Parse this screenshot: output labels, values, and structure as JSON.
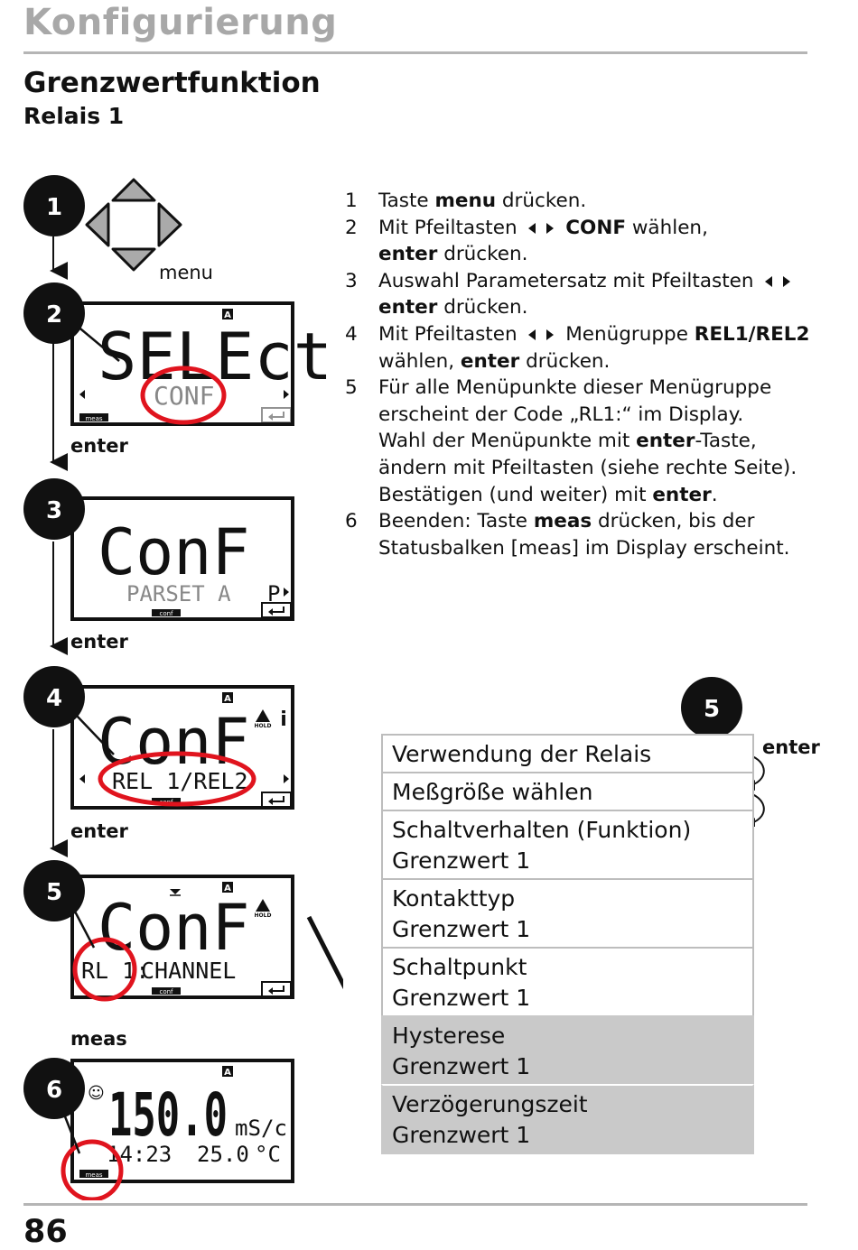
{
  "header": {
    "title": "Konfigurierung",
    "section_title": "Grenzwertfunktion",
    "subtitle": "Relais 1"
  },
  "page_number": "86",
  "left_column": {
    "badges": [
      "1",
      "2",
      "3",
      "4",
      "5",
      "6"
    ],
    "menu_label": "menu",
    "enter_labels": [
      "enter",
      "enter",
      "enter"
    ],
    "meas_label": "meas",
    "displays": {
      "d2": {
        "main": "SELEct",
        "sub": "CONF",
        "status": "meas"
      },
      "d3": {
        "main": "ConF",
        "sub": "PARSET A",
        "right": "P",
        "status": "conf"
      },
      "d4": {
        "main": "ConF",
        "sub": "REL 1/REL2",
        "status": "conf",
        "hold": "HOLD"
      },
      "d5": {
        "main": "ConF",
        "sub_a": "RL 1:",
        "sub_b": "CHANNEL",
        "status": "conf",
        "hold": "HOLD"
      },
      "d6": {
        "main": "150.0",
        "unit": "mS/c",
        "left": "14:23",
        "mid": "25.0",
        "deg": "°C",
        "status": "meas"
      }
    }
  },
  "instructions": [
    {
      "n": "1",
      "segments": [
        {
          "t": "Taste "
        },
        {
          "t": "menu",
          "b": true
        },
        {
          "t": " drücken."
        }
      ]
    },
    {
      "n": "2",
      "segments": [
        {
          "t": "Mit Pfeiltasten "
        },
        {
          "tri": "l"
        },
        {
          "tri": "r"
        },
        {
          "t": " "
        },
        {
          "t": "CONF",
          "b": true
        },
        {
          "t": " wählen,"
        },
        {
          "br": true
        },
        {
          "t": "enter",
          "b": true
        },
        {
          "t": " drücken."
        }
      ]
    },
    {
      "n": "3",
      "segments": [
        {
          "t": "Auswahl Parametersatz mit Pfeiltasten "
        },
        {
          "tri": "l"
        },
        {
          "tri": "r"
        },
        {
          "br": true
        },
        {
          "t": "enter",
          "b": true
        },
        {
          "t": " drücken."
        }
      ]
    },
    {
      "n": "4",
      "segments": [
        {
          "t": "Mit Pfeiltasten "
        },
        {
          "tri": "l"
        },
        {
          "tri": "r"
        },
        {
          "t": " Menügruppe "
        },
        {
          "t": "REL1/REL2",
          "b": true
        },
        {
          "br": true
        },
        {
          "t": "wählen, "
        },
        {
          "t": "enter",
          "b": true
        },
        {
          "t": " drücken."
        }
      ]
    },
    {
      "n": "5",
      "segments": [
        {
          "t": "Für alle Menüpunkte dieser Menügruppe"
        },
        {
          "br": true
        },
        {
          "t": "erscheint der Code „RL1:“ im Display."
        },
        {
          "br": true
        },
        {
          "t": "Wahl der Menüpunkte mit "
        },
        {
          "t": "enter",
          "b": true
        },
        {
          "t": "-Taste,"
        },
        {
          "br": true
        },
        {
          "t": "ändern mit Pfeiltasten (siehe rechte Seite)."
        },
        {
          "br": true
        },
        {
          "t": "Bestätigen (und weiter) mit "
        },
        {
          "t": "enter",
          "b": true
        },
        {
          "t": "."
        }
      ]
    },
    {
      "n": "6",
      "segments": [
        {
          "t": "Beenden: Taste "
        },
        {
          "t": "meas",
          "b": true
        },
        {
          "t": " drücken, bis der"
        },
        {
          "br": true
        },
        {
          "t": "Statusbalken [meas] im Display erscheint."
        }
      ]
    }
  ],
  "menu": {
    "badge": "5",
    "enter_label": "enter",
    "items": [
      {
        "line1": "Verwendung der Relais",
        "line2": "",
        "highlighted": false
      },
      {
        "line1": "Meßgröße wählen",
        "line2": "",
        "highlighted": false
      },
      {
        "line1": "Schaltverhalten (Funktion)",
        "line2": "Grenzwert 1",
        "highlighted": false
      },
      {
        "line1": "Kontakttyp",
        "line2": "Grenzwert 1",
        "highlighted": false
      },
      {
        "line1": "Schaltpunkt",
        "line2": "Grenzwert 1",
        "highlighted": false
      },
      {
        "line1": "Hysterese",
        "line2": "Grenzwert 1",
        "highlighted": true
      },
      {
        "line1": "Verzögerungszeit",
        "line2": "Grenzwert 1",
        "highlighted": true
      }
    ]
  },
  "colors": {
    "badge": "#111111",
    "highlight_ring": "#e0141e",
    "header_gray": "#a8a8a8",
    "menu_highlight": "#c9c9c9"
  },
  "icons": [
    "arrow-keypad-icon",
    "hold-warning-icon",
    "info-icon",
    "smiley-icon",
    "enter-key-icon",
    "curved-arrow-icon"
  ]
}
